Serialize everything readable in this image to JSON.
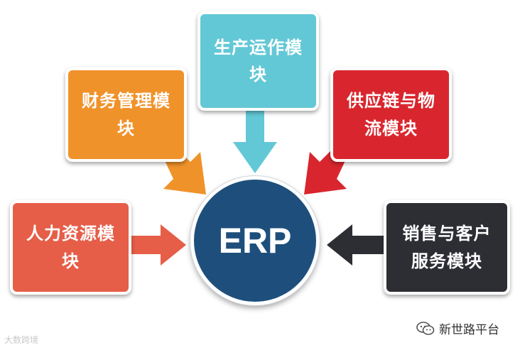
{
  "center": {
    "label": "ERP",
    "color": "#1e4f7c"
  },
  "modules": [
    {
      "id": "caiwu",
      "lines": [
        "财务管理模",
        "块"
      ],
      "color": "#f0922a"
    },
    {
      "id": "shengchan",
      "lines": [
        "生产运作模",
        "块"
      ],
      "color": "#63c8d6"
    },
    {
      "id": "gongying",
      "lines": [
        "供应链与物",
        "流模块"
      ],
      "color": "#d9262e"
    },
    {
      "id": "renli",
      "lines": [
        "人力资源模",
        "块"
      ],
      "color": "#e65e48"
    },
    {
      "id": "xiaoshou",
      "lines": [
        "销售与客户",
        "服务模块"
      ],
      "color": "#2d2e34"
    }
  ],
  "watermark": {
    "left_text": "大数跨境",
    "right_text": "新世路平台"
  },
  "icons": [
    "wechat-icon"
  ]
}
